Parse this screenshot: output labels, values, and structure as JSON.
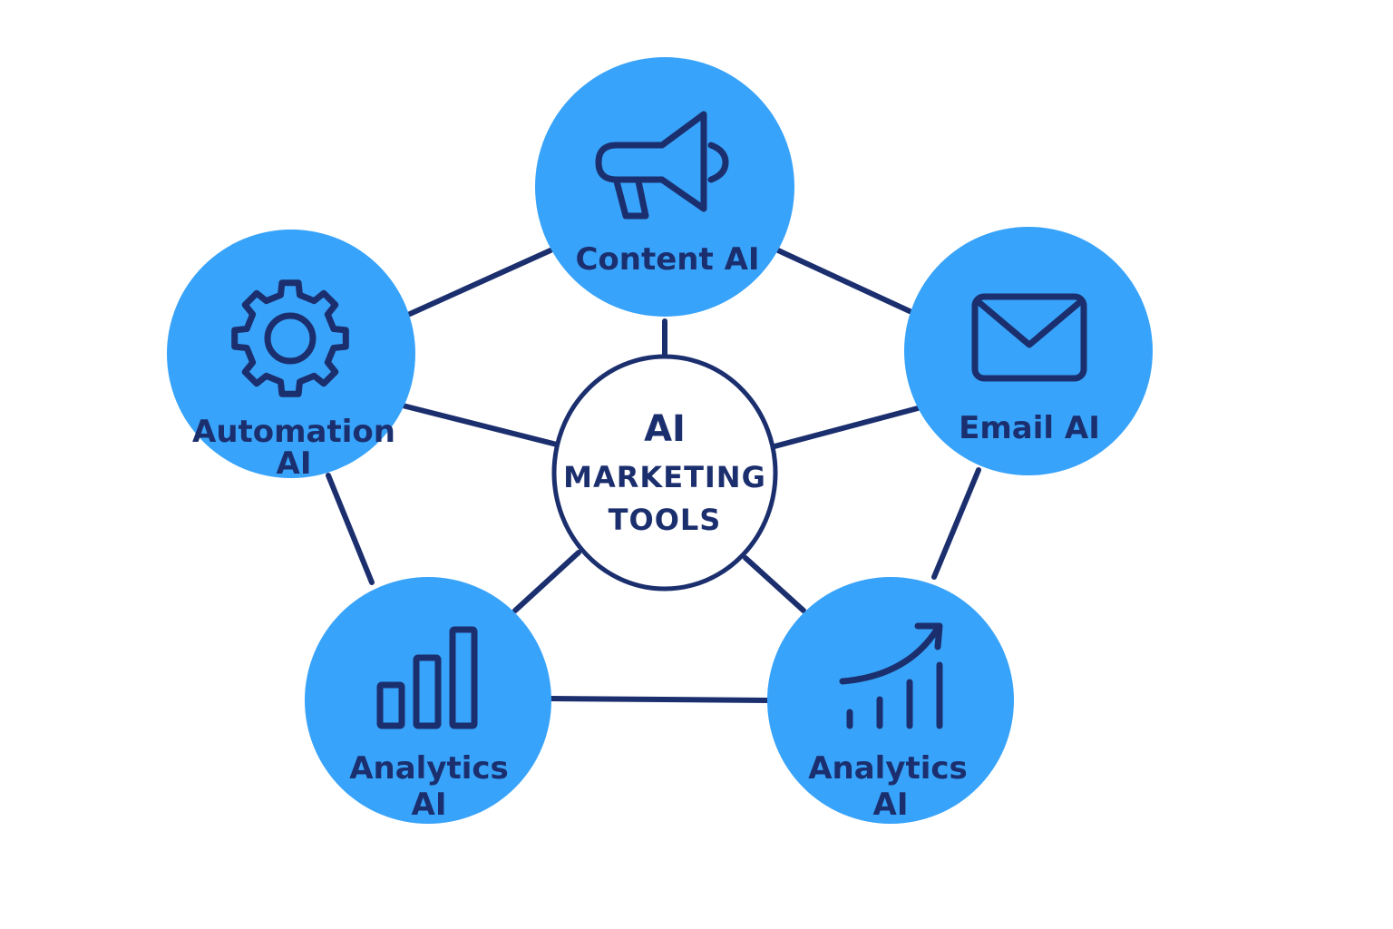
{
  "hub": {
    "line1": "AI",
    "line2": "MARKETING",
    "line3": "TOOLS"
  },
  "nodes": {
    "content": {
      "label": "Content AI",
      "icon": "megaphone-icon"
    },
    "email": {
      "label": "Email AI",
      "icon": "envelope-icon"
    },
    "automation": {
      "label_line1": "Automation",
      "label_line2": "AI",
      "icon": "gear-icon"
    },
    "analytics_left": {
      "label_line1": "Analytics",
      "label_line2": "AI",
      "icon": "bar-chart-icon"
    },
    "analytics_right": {
      "label_line1": "Analytics",
      "label_line2": "AI",
      "icon": "trending-chart-icon"
    }
  },
  "colors": {
    "node_fill": "#38a3fa",
    "stroke": "#1b2f6e",
    "hub_fill": "#ffffff",
    "background": "#ffffff"
  }
}
